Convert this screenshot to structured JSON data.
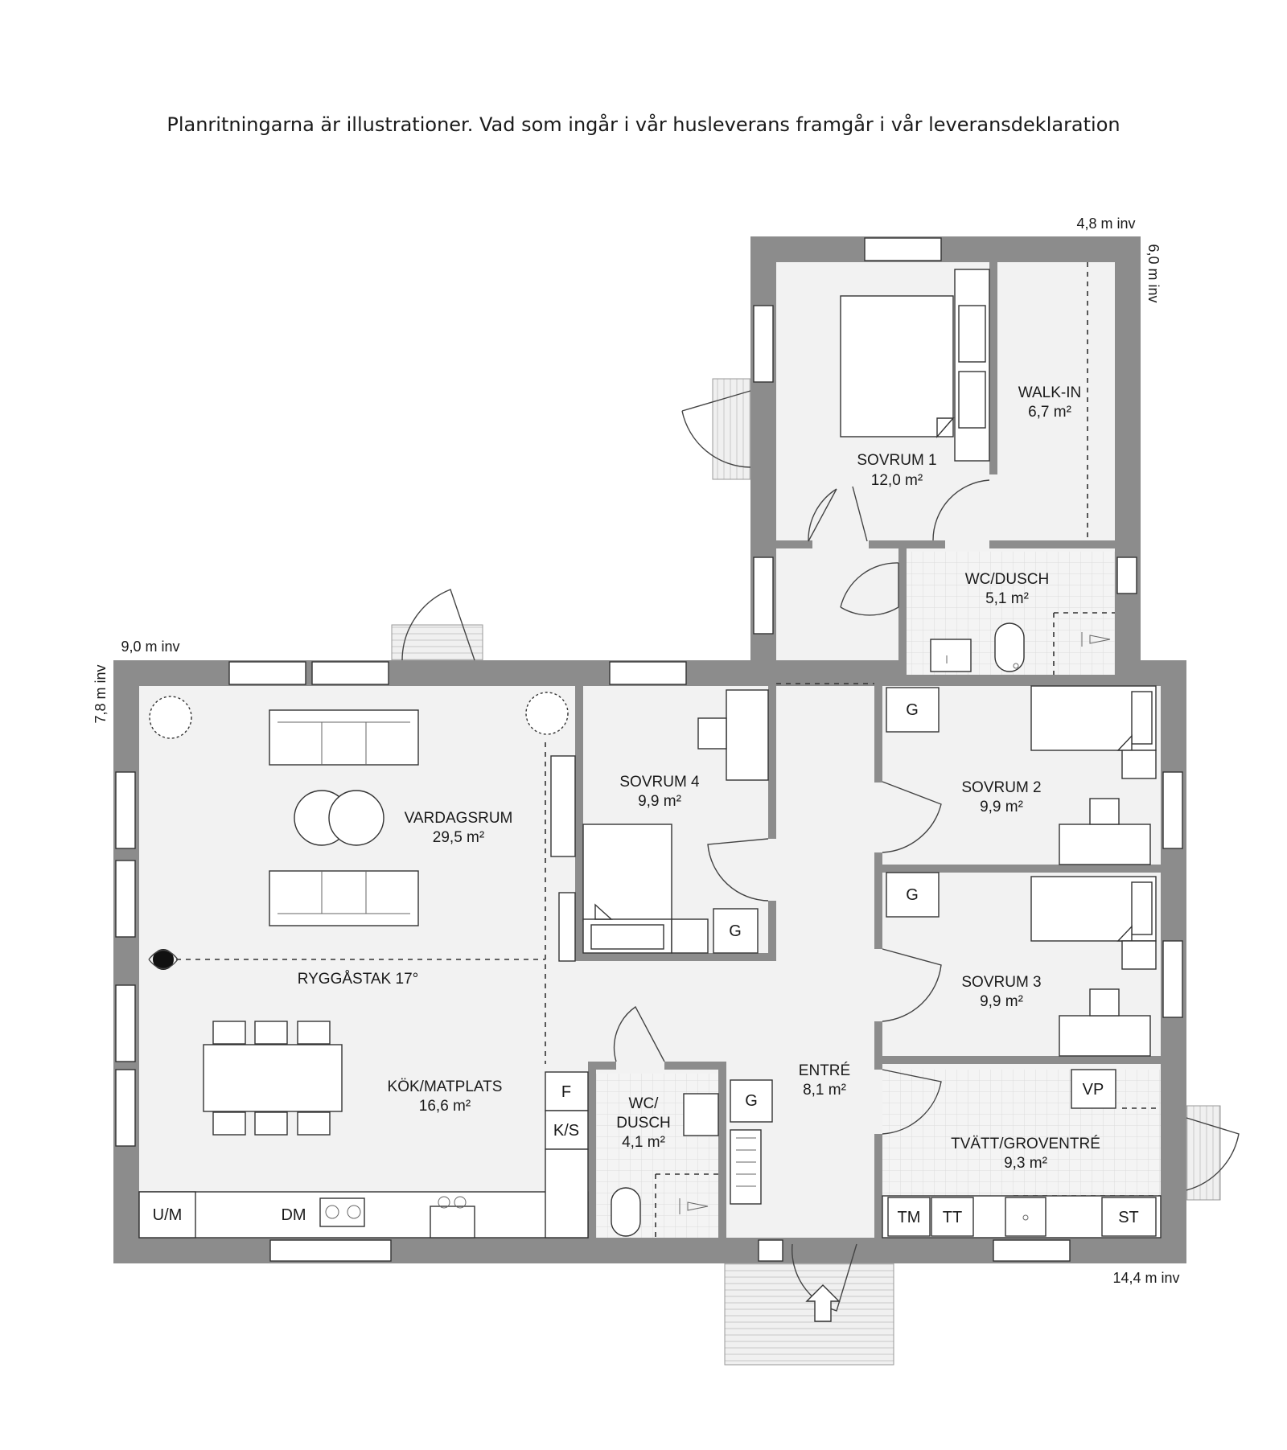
{
  "caption": "Planritningarna är illustrationer. Vad som ingår i vår husleverans framgår i vår leveransdeklaration",
  "dimensions": {
    "top_right_width": "4,8 m inv",
    "top_right_depth": "6,0 m inv",
    "left_width": "9,0 m inv",
    "left_depth": "7,8 m inv",
    "bottom_total": "14,4 m inv"
  },
  "rooms": {
    "sovrum1": {
      "name": "SOVRUM 1",
      "area": "12,0 m²"
    },
    "walkin": {
      "name": "WALK-IN",
      "area": "6,7 m²"
    },
    "wc_dusch_top": {
      "name": "WC/DUSCH",
      "area": "5,1 m²"
    },
    "vardagsrum": {
      "name": "VARDAGSRUM",
      "area": "29,5 m²"
    },
    "sovrum4": {
      "name": "SOVRUM 4",
      "area": "9,9 m²"
    },
    "sovrum2": {
      "name": "SOVRUM 2",
      "area": "9,9 m²"
    },
    "sovrum3": {
      "name": "SOVRUM 3",
      "area": "9,9 m²"
    },
    "kok": {
      "name": "KÖK/MATPLATS",
      "area": "16,6 m²"
    },
    "wc_dusch_small": {
      "name": "WC/",
      "name2": "DUSCH",
      "area": "4,1 m²"
    },
    "entre": {
      "name": "ENTRÉ",
      "area": "8,1 m²"
    },
    "tvatt": {
      "name": "TVÄTT/GROVENTRÉ",
      "area": "9,3 m²"
    }
  },
  "roof_note": "RYGGÅSTAK 17°",
  "symbols": {
    "garderob": "G",
    "fridge": "F",
    "fridge_freezer": "K/S",
    "oven_micro": "U/M",
    "dishwasher": "DM",
    "heatpump": "VP",
    "washer": "TM",
    "dryer": "TT",
    "cupboard": "ST"
  },
  "colors": {
    "wall": "#8c8c8c",
    "floor": "#f2f2f2"
  }
}
